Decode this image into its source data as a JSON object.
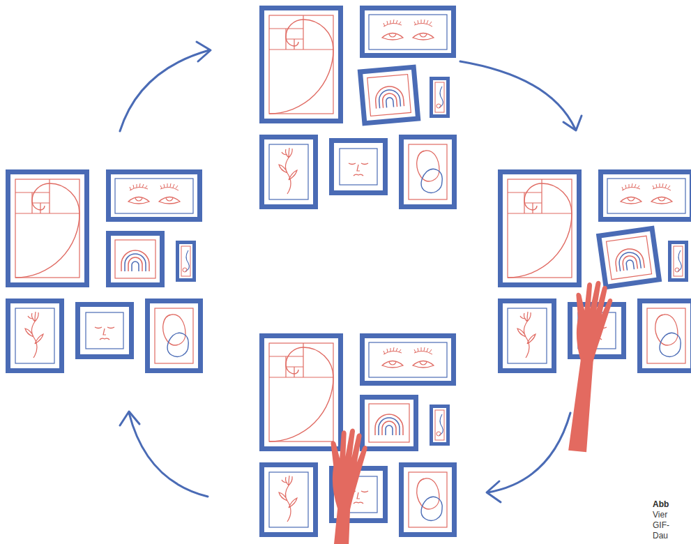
{
  "diagram": {
    "labels": [
      "Abb",
      "Vier",
      "GIF-",
      "Dau"
    ]
  }
}
